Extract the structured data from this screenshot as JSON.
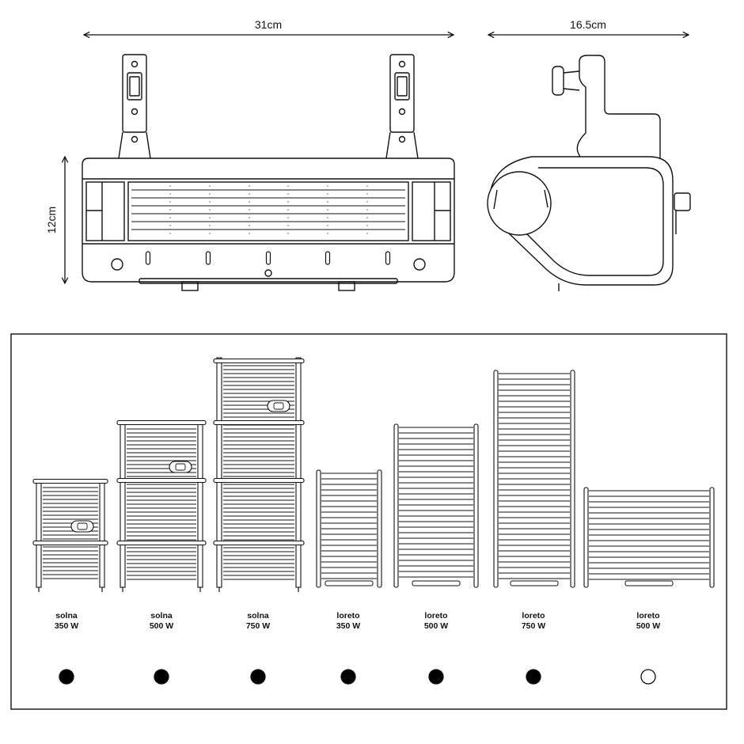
{
  "dimensions": {
    "width": "31cm",
    "depth": "16.5cm",
    "height": "12cm"
  },
  "models": [
    {
      "series": "solna",
      "power": "350 W",
      "selected": true
    },
    {
      "series": "solna",
      "power": "500 W",
      "selected": true
    },
    {
      "series": "solna",
      "power": "750 W",
      "selected": true
    },
    {
      "series": "loreto",
      "power": "350 W",
      "selected": true
    },
    {
      "series": "loreto",
      "power": "500 W",
      "selected": true
    },
    {
      "series": "loreto",
      "power": "750 W",
      "selected": true
    },
    {
      "series": "loreto",
      "power": "500 W",
      "selected": false
    }
  ],
  "colors": {
    "line": "#111111",
    "dot_selected": "#000000",
    "dot_unselected": "#ffffff"
  }
}
